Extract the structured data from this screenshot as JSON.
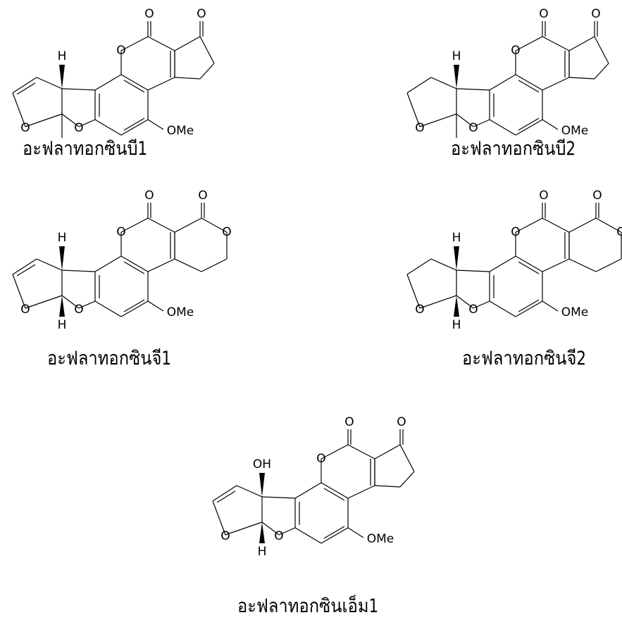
{
  "molecules": [
    {
      "id": "b1",
      "name": "อะฟลาทอกซินบี1",
      "ring_variant": "cyclopentanone",
      "dihydrofuran": true,
      "substituent_top": "H",
      "substituent_bottom": "",
      "labels": {
        "o_carbonyl_1": "O",
        "o_carbonyl_2": "O",
        "o_lactone": "O",
        "o_furan_1": "O",
        "o_furan_2": "O",
        "methoxy": "OMe"
      }
    },
    {
      "id": "b2",
      "name": "อะฟลาทอกซินบี2",
      "ring_variant": "cyclopentanone",
      "dihydrofuran": false,
      "substituent_top": "H",
      "substituent_bottom": "",
      "labels": {
        "o_carbonyl_1": "O",
        "o_carbonyl_2": "O",
        "o_lactone": "O",
        "o_furan_1": "O",
        "o_furan_2": "O",
        "methoxy": "OMe"
      }
    },
    {
      "id": "g1",
      "name": "อะฟลาทอกซินจี1",
      "ring_variant": "lactone",
      "dihydrofuran": true,
      "substituent_top": "H",
      "substituent_bottom": "H",
      "labels": {
        "o_carbonyl_1": "O",
        "o_carbonyl_2": "O",
        "o_lactone": "O",
        "o_ring_lactone": "O",
        "o_furan_1": "O",
        "o_furan_2": "O",
        "methoxy": "OMe"
      }
    },
    {
      "id": "g2",
      "name": "อะฟลาทอกซินจี2",
      "ring_variant": "lactone",
      "dihydrofuran": false,
      "substituent_top": "H",
      "substituent_bottom": "H",
      "labels": {
        "o_carbonyl_1": "O",
        "o_carbonyl_2": "O",
        "o_lactone": "O",
        "o_ring_lactone": "O",
        "o_furan_1": "O",
        "o_furan_2": "O",
        "methoxy": "OMe"
      }
    },
    {
      "id": "m1",
      "name": "อะฟลาทอกซินเอ็ม1",
      "ring_variant": "cyclopentanone",
      "dihydrofuran": true,
      "substituent_top": "OH",
      "substituent_bottom": "H",
      "labels": {
        "o_carbonyl_1": "O",
        "o_carbonyl_2": "O",
        "o_lactone": "O",
        "o_furan_1": "O",
        "o_furan_2": "O",
        "methoxy": "OMe"
      }
    }
  ]
}
